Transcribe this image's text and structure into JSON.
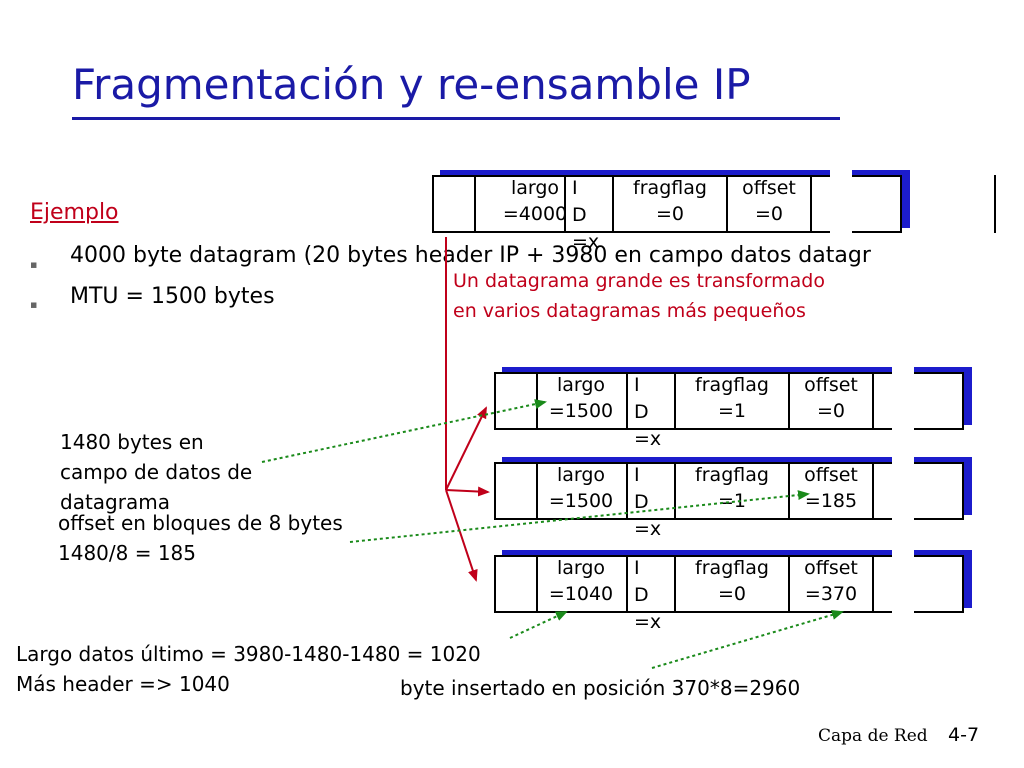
{
  "title": "Fragmentación y re-ensamble IP",
  "ejemplo": "Ejemplo",
  "bullets": [
    {
      "icon": "square-bullet-icon",
      "text": "4000 byte datagram (20 bytes header IP + 3980 en campo datos datagr"
    },
    {
      "icon": "square-bullet-icon",
      "text": "MTU = 1500 bytes"
    }
  ],
  "callout": {
    "line1": "Un datagrama grande es transformado",
    "line2": "en varios datagramas más pequeños"
  },
  "original": {
    "largo": [
      "largo",
      "=4000"
    ],
    "id": [
      "I",
      "D",
      "=x"
    ],
    "fragflag": [
      "fragflag",
      "=0"
    ],
    "offset": [
      "offset",
      "=0"
    ]
  },
  "fragments": [
    {
      "largo": [
        "largo",
        "=1500"
      ],
      "id": [
        "I",
        "D",
        "=x"
      ],
      "fragflag": [
        "fragflag",
        "=1"
      ],
      "offset": [
        "offset",
        "=0"
      ]
    },
    {
      "largo": [
        "largo",
        "=1500"
      ],
      "id": [
        "I",
        "D",
        "=x"
      ],
      "fragflag": [
        "fragflag",
        "=1"
      ],
      "offset": [
        "offset",
        "=185"
      ]
    },
    {
      "largo": [
        "largo",
        "=1040"
      ],
      "id": [
        "I",
        "D",
        "=x"
      ],
      "fragflag": [
        "fragflag",
        "=0"
      ],
      "offset": [
        "offset",
        "=370"
      ]
    }
  ],
  "notes": {
    "bytes_campo": [
      "1480 bytes en",
      "campo de datos de",
      "datagrama"
    ],
    "offset_bloques": [
      "offset en bloques de 8 bytes",
      "1480/8 = 185"
    ],
    "largo_ultimo": [
      "Largo datos último = 3980-1480-1480 = 1020",
      "Más header => 1040"
    ],
    "byte_insertado": "byte insertado en posición 370*8=2960"
  },
  "footer": {
    "section": "Capa de Red",
    "page": "4-7"
  },
  "colors": {
    "title": "#1a1aa6",
    "accent_red": "#c0001a",
    "shadow_blue": "#1c1ccc",
    "arrow_green": "#1a8a1a"
  }
}
